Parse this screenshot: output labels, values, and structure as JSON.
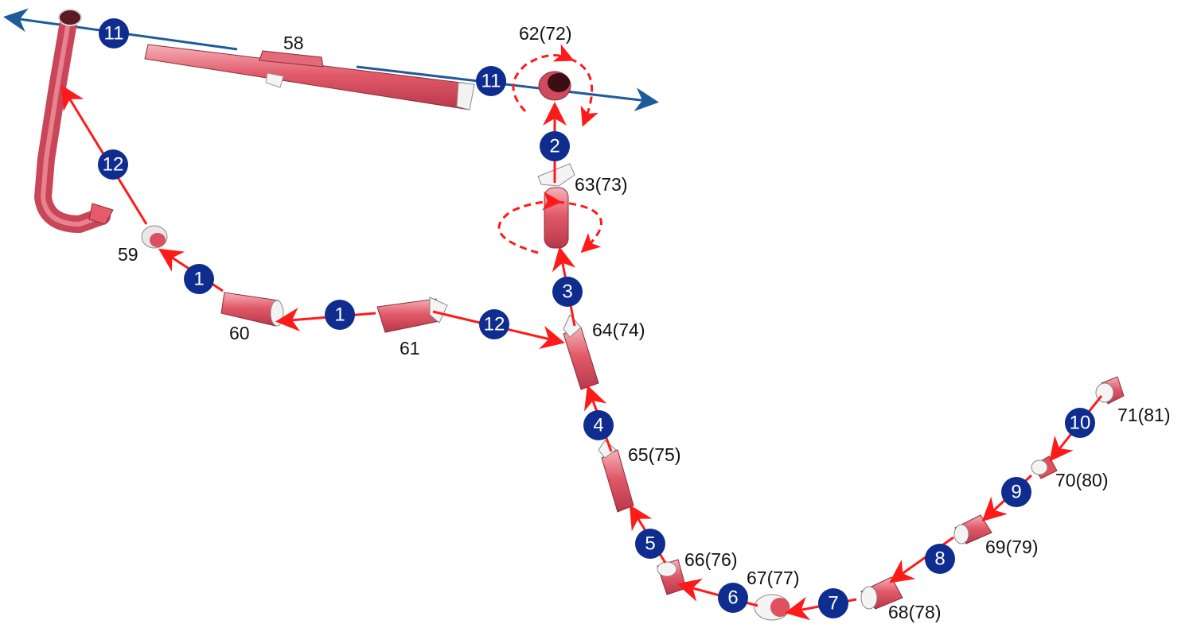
{
  "colors": {
    "assembly_arrow": "#ff1a1a",
    "axis_arrow": "#1e5c99",
    "step_badge": "#0f2c8f",
    "part_body": "#d94a5a",
    "part_light": "#f0a9b0"
  },
  "parts": {
    "p58": "58",
    "p59": "59",
    "p60": "60",
    "p61": "61",
    "p62": "62(72)",
    "p63": "63(73)",
    "p64": "64(74)",
    "p65": "65(75)",
    "p66": "66(76)",
    "p67": "67(77)",
    "p68": "68(78)",
    "p69": "69(79)",
    "p70": "70(80)",
    "p71": "71(81)"
  },
  "steps": {
    "s1": "1",
    "s2": "2",
    "s3": "3",
    "s4": "4",
    "s5": "5",
    "s6": "6",
    "s7": "7",
    "s8": "8",
    "s9": "9",
    "s10": "10",
    "s11": "11",
    "s12": "12"
  }
}
